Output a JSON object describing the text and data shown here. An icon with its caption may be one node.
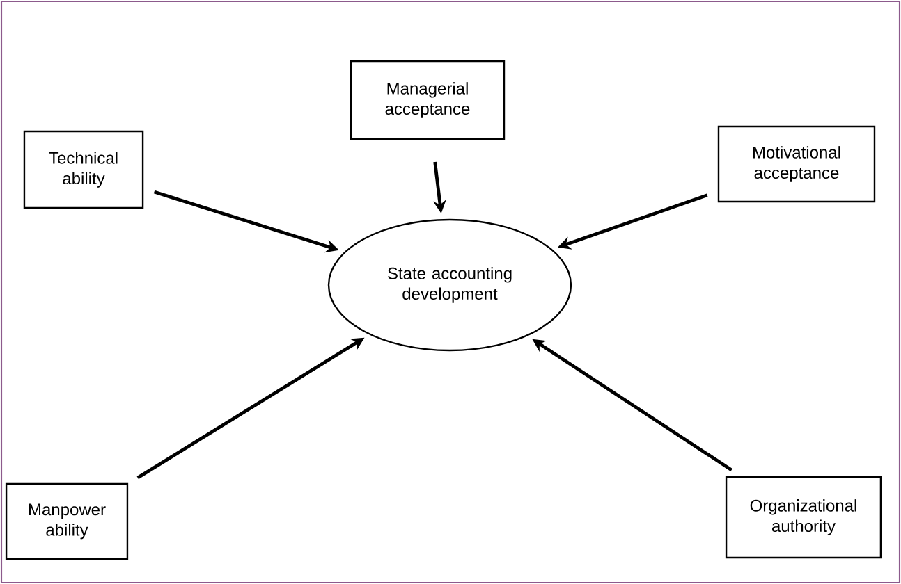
{
  "diagram": {
    "nodes": [
      {
        "text": [
          "Managerial acceptance"
        ]
      },
      {
        "text": [
          "Technical ability"
        ]
      },
      {
        "text": [
          "Motivational acceptance"
        ]
      },
      {
        "text": [
          "State accounting development"
        ]
      },
      {
        "text": [
          "Manpower ability"
        ]
      },
      {
        "text": [
          "Organizational authority"
        ]
      }
    ],
    "edges": [
      {
        "from": 0,
        "to": 3,
        "arrow": "to"
      },
      {
        "from": 1,
        "to": 3,
        "arrow": "to"
      },
      {
        "from": 2,
        "to": 3,
        "arrow": "to"
      },
      {
        "from": 4,
        "to": 3,
        "arrow": "to"
      },
      {
        "from": 5,
        "to": 3,
        "arrow": "to"
      }
    ]
  }
}
